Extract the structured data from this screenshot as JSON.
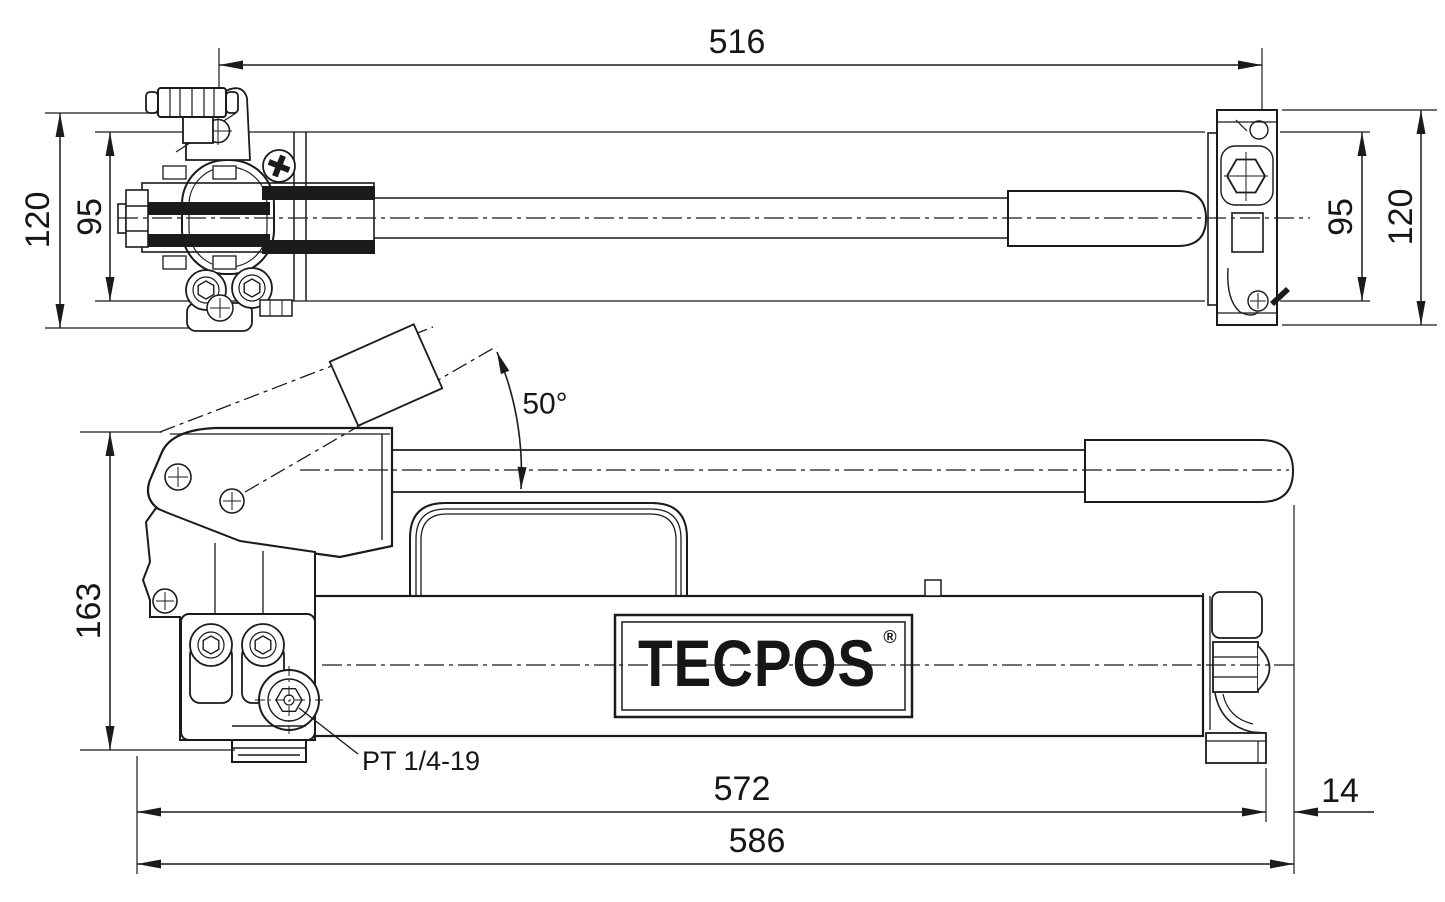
{
  "drawing": {
    "brand": {
      "logo_text": "TECPOS",
      "registered": "®"
    },
    "annotations": {
      "handle_angle": "50°",
      "port_thread": "PT 1/4-19"
    },
    "dimensions_mm": {
      "top_overall_length": "516",
      "top_left_outer_width": "120",
      "top_left_inner_width": "95",
      "top_right_inner_width": "95",
      "top_right_outer_width": "120",
      "side_height": "163",
      "side_length_to_foot": "572",
      "side_overall_length": "586",
      "side_end_offset": "14"
    },
    "colors": {
      "line": "#1b1b1b",
      "background": "#ffffff"
    }
  }
}
